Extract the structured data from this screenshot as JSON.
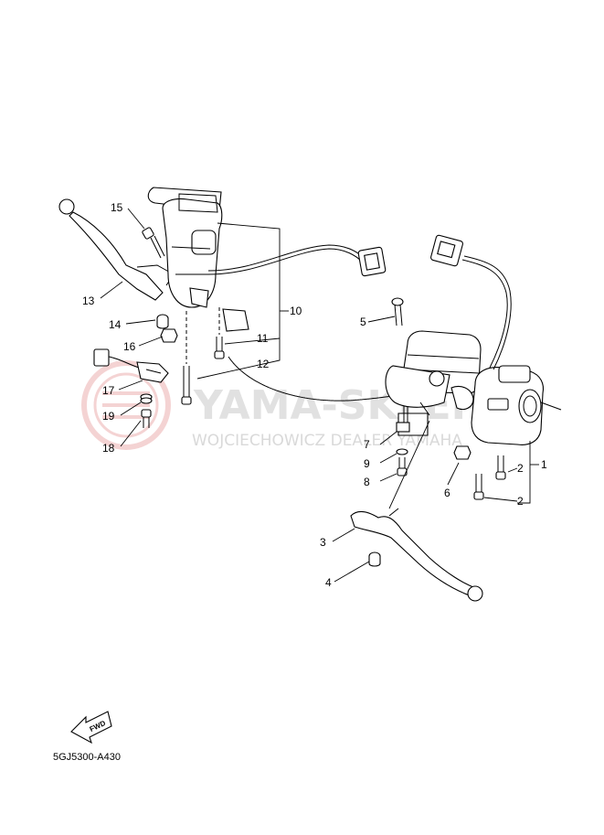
{
  "diagram_code": "5GJ5300-A430",
  "fwd_label": "FWD",
  "watermark": {
    "main": "YAMA-SKLEP",
    "sub": "WOJCIECHOWICZ DEALER YAMAHA"
  },
  "callouts": {
    "c1": "1",
    "c2a": "2",
    "c2b": "2",
    "c3": "3",
    "c4": "4",
    "c5": "5",
    "c6": "6",
    "c7": "7",
    "c8": "8",
    "c9": "9",
    "c10": "10",
    "c11": "11",
    "c12": "12",
    "c13": "13",
    "c14": "14",
    "c15": "15",
    "c16": "16",
    "c17": "17",
    "c18": "18",
    "c19": "19"
  },
  "colors": {
    "line": "#000000",
    "watermark": "#c9c9c9",
    "watermark_logo": "#e8a0a0"
  }
}
